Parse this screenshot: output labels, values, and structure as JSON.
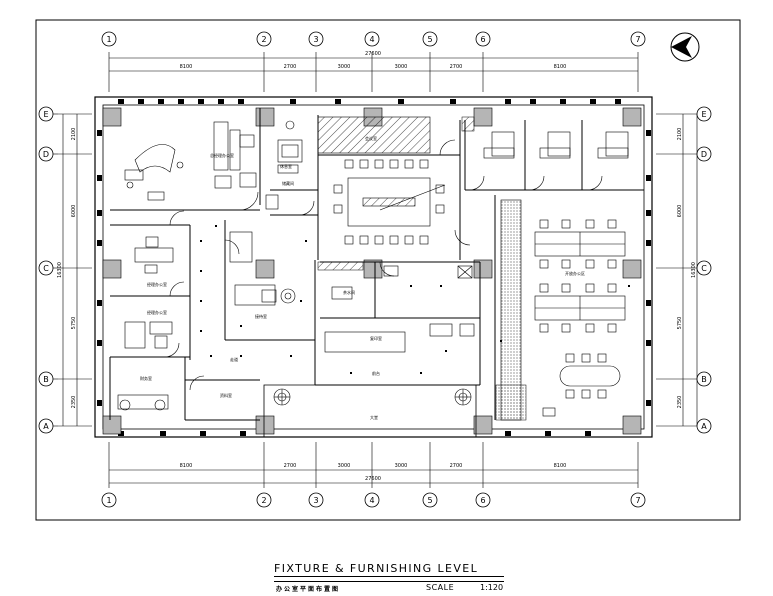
{
  "drawing": {
    "title": "FIXTURE & FURNISHING LEVEL",
    "subtitle": "办公室平面布置图",
    "scale_label": "SCALE",
    "scale_value": "1:120"
  },
  "grid": {
    "columns": [
      "1",
      "2",
      "3",
      "4",
      "5",
      "6",
      "7"
    ],
    "rows": [
      "E",
      "D",
      "C",
      "B",
      "A"
    ]
  },
  "dimensions": {
    "top_total": "27600",
    "top_segments": [
      "8100",
      "2700",
      "3000",
      "3000",
      "2700",
      "8100"
    ],
    "bottom_total": "27600",
    "bottom_segments": [
      "8100",
      "2700",
      "3000",
      "3000",
      "2700",
      "8100"
    ],
    "left_total": "16300",
    "left_segments": [
      "2100",
      "6000",
      "5750",
      "2350"
    ],
    "right_total": "16300",
    "right_segments": [
      "2100",
      "6000",
      "5750",
      "2350"
    ]
  },
  "room_labels": {
    "gm_office": "总经理办公室",
    "lounge": "休息室",
    "meeting": "会议室",
    "manager_a": "经理办公室",
    "manager_b": "经理办公室",
    "finance": "财务室",
    "reception": "接待室",
    "corridor": "走道",
    "pantry": "茶水间",
    "copy": "复印室",
    "workstation": "开放办公区",
    "lobby": "大堂",
    "front": "前台",
    "archive": "资料室",
    "storage": "储藏间"
  },
  "colors": {
    "line": "#000000",
    "column_fill": "#b5b5b5",
    "background": "#ffffff"
  },
  "icons": {
    "north_arrow": "north-arrow-icon"
  }
}
